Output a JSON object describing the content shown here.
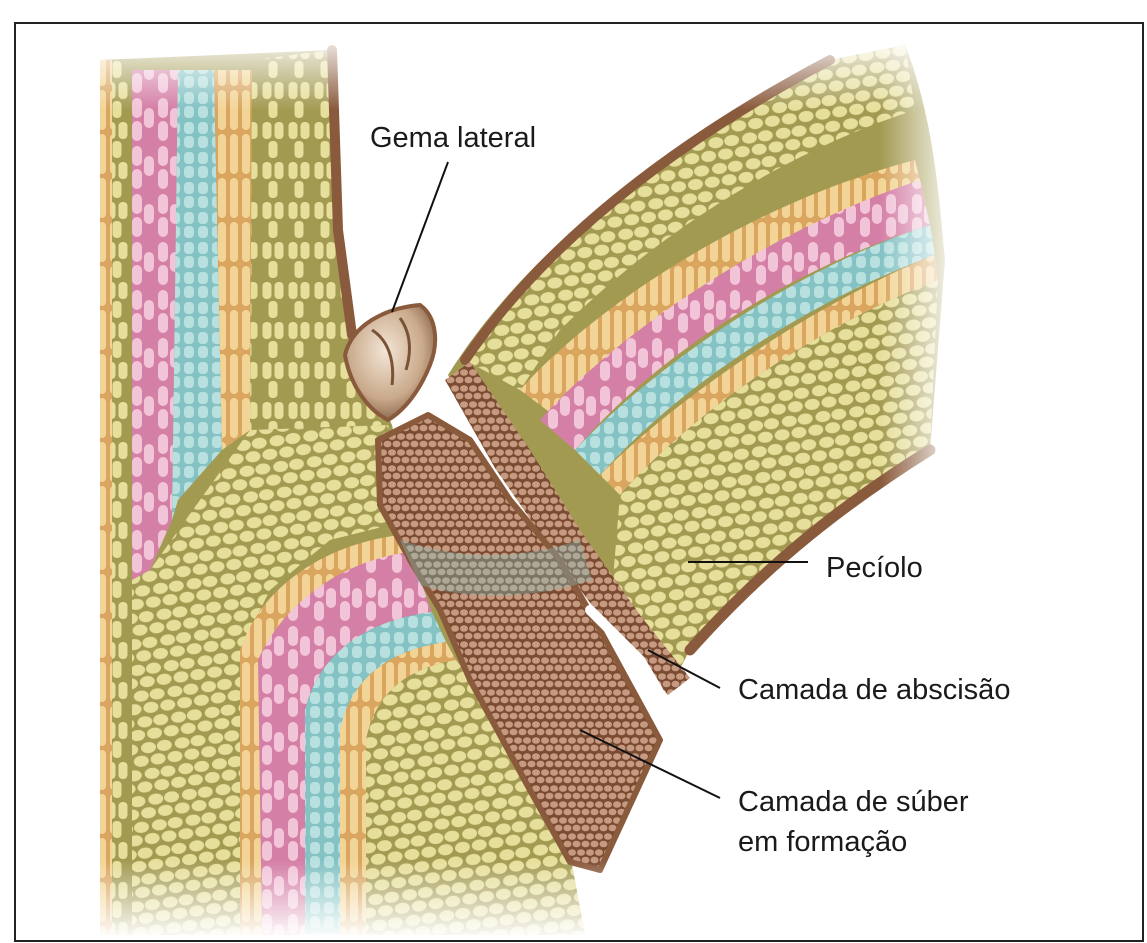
{
  "labels": {
    "lateral_bud": "Gema lateral",
    "petiole": "Pecíolo",
    "abscission_layer": "Camada de abscisão",
    "cork_layer_line1": "Camada de súber",
    "cork_layer_line2": "em formação"
  },
  "colors": {
    "olive_parenchyma": "#a39a52",
    "cell_fill": "#e6df9c",
    "pink_tissue": "#d47fa6",
    "pink_cell": "#f2c4d8",
    "blue_tissue": "#84c2c4",
    "blue_cell": "#b7e0df",
    "orange_tissue": "#d9a55f",
    "orange_cell": "#f2d596",
    "brown_bark": "#8a5a3c",
    "brown_cork": "#7a4a31",
    "cork_cell": "#c59a80",
    "leader_line": "#111111",
    "frame": "#222222"
  },
  "icons": {
    "bud": "lateral-bud-illustration"
  }
}
